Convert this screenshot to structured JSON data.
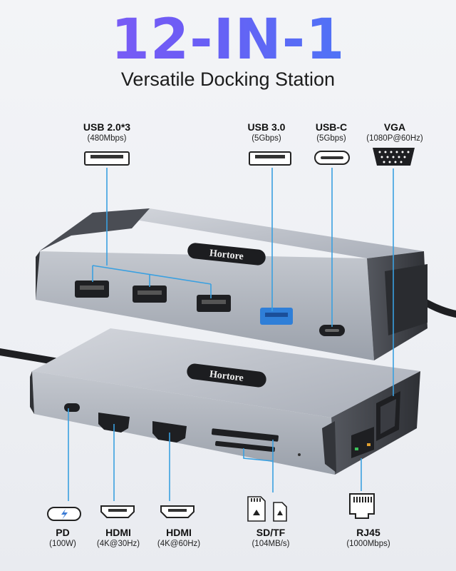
{
  "header": {
    "title": "12-IN-1",
    "subtitle": "Versatile Docking Station"
  },
  "brand": {
    "logo_text": "Hortore"
  },
  "top_ports": [
    {
      "name": "USB 2.0*3",
      "spec": "(480Mbps)",
      "icon": "usb-a-port-icon"
    },
    {
      "name": "USB 3.0",
      "spec": "(5Gbps)",
      "icon": "usb-a-port-icon"
    },
    {
      "name": "USB-C",
      "spec": "(5Gbps)",
      "icon": "usb-c-port-icon"
    },
    {
      "name": "VGA",
      "spec": "(1080P@60Hz)",
      "icon": "vga-port-icon"
    }
  ],
  "bottom_ports": [
    {
      "name": "PD",
      "spec": "(100W)",
      "icon": "usb-c-power-icon"
    },
    {
      "name": "HDMI",
      "spec": "(4K@30Hz)",
      "icon": "hdmi-port-icon"
    },
    {
      "name": "HDMI",
      "spec": "(4K@60Hz)",
      "icon": "hdmi-port-icon"
    },
    {
      "name": "SD/TF",
      "spec": "(104MB/s)",
      "icon": "sd-tf-card-icon"
    },
    {
      "name": "RJ45",
      "spec": "(1000Mbps)",
      "icon": "rj45-port-icon"
    }
  ],
  "colors": {
    "title_gradient_start": "#8b5cf6",
    "title_gradient_end": "#3b82f6",
    "callout_line": "#3aa0e0",
    "usb3_port": "#2f7fd8",
    "hub_body": "#b7bcc6",
    "hub_dark": "#3a3d44"
  }
}
